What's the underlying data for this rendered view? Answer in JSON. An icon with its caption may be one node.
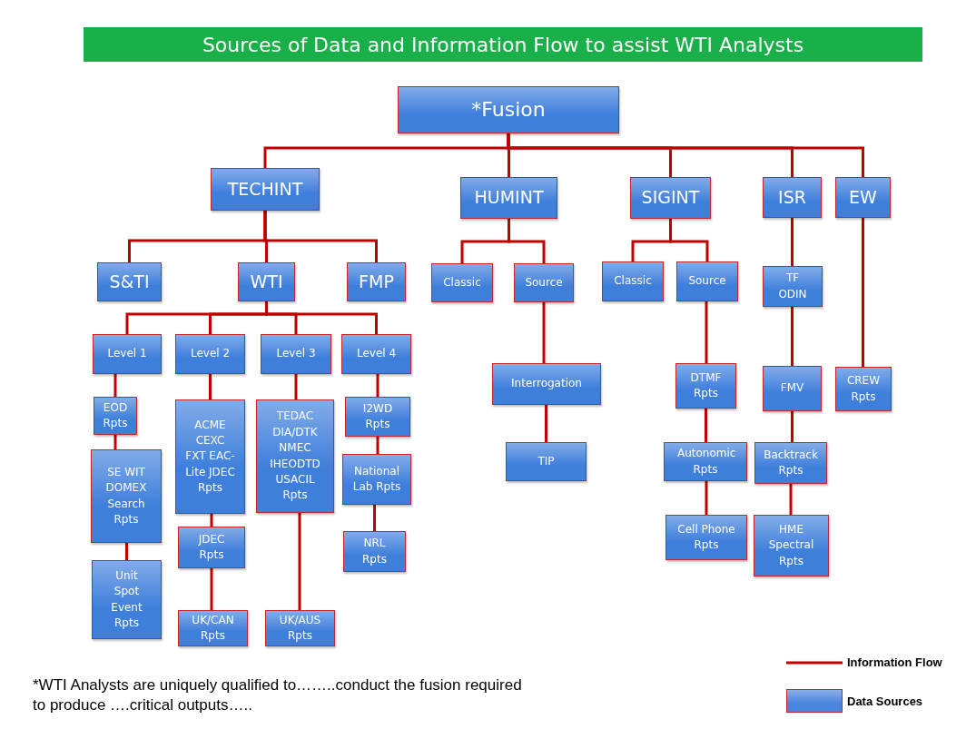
{
  "diagram": {
    "title": "Sources of Data and Information Flow to assist WTI Analysts",
    "caption": "*WTI Analysts are uniquely qualified to……..conduct the fusion required to produce ….critical outputs…..",
    "nodes": [
      {
        "text": [
          "*Fusion"
        ]
      },
      {
        "text": [
          "TECHINT"
        ]
      },
      {
        "text": [
          "HUMINT"
        ]
      },
      {
        "text": [
          "SIGINT"
        ]
      },
      {
        "text": [
          "ISR"
        ]
      },
      {
        "text": [
          "EW"
        ]
      },
      {
        "text": [
          "S&TI"
        ]
      },
      {
        "text": [
          "WTI"
        ]
      },
      {
        "text": [
          "FMP"
        ]
      },
      {
        "text": [
          "Classic"
        ]
      },
      {
        "text": [
          "Source"
        ]
      },
      {
        "text": [
          "Classic"
        ]
      },
      {
        "text": [
          "Source"
        ]
      },
      {
        "text": [
          "TF ODIN"
        ]
      },
      {
        "text": [
          "CREW Rpts"
        ]
      },
      {
        "text": [
          "Level 1"
        ]
      },
      {
        "text": [
          "Level 2"
        ]
      },
      {
        "text": [
          "Level 3"
        ]
      },
      {
        "text": [
          "Level 4"
        ]
      },
      {
        "text": [
          "EOD Rpts"
        ]
      },
      {
        "text": [
          "SE WIT DOMEX Search Rpts"
        ]
      },
      {
        "text": [
          "Unit Spot Event Rpts"
        ]
      },
      {
        "text": [
          "ACME CEXC FXT EAC-Lite JDEC Rpts"
        ]
      },
      {
        "text": [
          "JDEC Rpts"
        ]
      },
      {
        "text": [
          "UK/CAN Rpts"
        ]
      },
      {
        "text": [
          "TEDAC DIA/DTK NMEC IHEODTD USACIL Rpts"
        ]
      },
      {
        "text": [
          "UK/AUS Rpts"
        ]
      },
      {
        "text": [
          "I2WD Rpts"
        ]
      },
      {
        "text": [
          "National Lab Rpts"
        ]
      },
      {
        "text": [
          "NRL Rpts"
        ]
      },
      {
        "text": [
          "Interrogation"
        ]
      },
      {
        "text": [
          "TIP"
        ]
      },
      {
        "text": [
          "DTMF Rpts"
        ]
      },
      {
        "text": [
          "Autonomic Rpts"
        ]
      },
      {
        "text": [
          "Cell Phone Rpts"
        ]
      },
      {
        "text": [
          "FMV"
        ]
      },
      {
        "text": [
          "Backtrack Rpts"
        ]
      },
      {
        "text": [
          "HME Spectral Rpts"
        ]
      }
    ],
    "edges": [
      {
        "from": 0,
        "to": 1,
        "arrow": "none"
      },
      {
        "from": 0,
        "to": 2,
        "arrow": "none"
      },
      {
        "from": 0,
        "to": 3,
        "arrow": "none"
      },
      {
        "from": 0,
        "to": 4,
        "arrow": "none"
      },
      {
        "from": 0,
        "to": 5,
        "arrow": "none"
      },
      {
        "from": 1,
        "to": 6,
        "arrow": "none"
      },
      {
        "from": 1,
        "to": 7,
        "arrow": "none"
      },
      {
        "from": 1,
        "to": 8,
        "arrow": "none"
      },
      {
        "from": 2,
        "to": 9,
        "arrow": "none"
      },
      {
        "from": 2,
        "to": 10,
        "arrow": "none"
      },
      {
        "from": 3,
        "to": 11,
        "arrow": "none"
      },
      {
        "from": 3,
        "to": 12,
        "arrow": "none"
      },
      {
        "from": 4,
        "to": 13,
        "arrow": "none"
      },
      {
        "from": 5,
        "to": 14,
        "arrow": "none"
      },
      {
        "from": 7,
        "to": 15,
        "arrow": "none"
      },
      {
        "from": 7,
        "to": 16,
        "arrow": "none"
      },
      {
        "from": 7,
        "to": 17,
        "arrow": "none"
      },
      {
        "from": 7,
        "to": 18,
        "arrow": "none"
      },
      {
        "from": 15,
        "to": 19,
        "arrow": "none"
      },
      {
        "from": 19,
        "to": 20,
        "arrow": "none"
      },
      {
        "from": 20,
        "to": 21,
        "arrow": "none"
      },
      {
        "from": 16,
        "to": 22,
        "arrow": "none"
      },
      {
        "from": 22,
        "to": 23,
        "arrow": "none"
      },
      {
        "from": 23,
        "to": 24,
        "arrow": "none"
      },
      {
        "from": 17,
        "to": 25,
        "arrow": "none"
      },
      {
        "from": 25,
        "to": 26,
        "arrow": "none"
      },
      {
        "from": 18,
        "to": 27,
        "arrow": "none"
      },
      {
        "from": 27,
        "to": 28,
        "arrow": "none"
      },
      {
        "from": 28,
        "to": 29,
        "arrow": "none"
      },
      {
        "from": 10,
        "to": 30,
        "arrow": "none"
      },
      {
        "from": 30,
        "to": 31,
        "arrow": "none"
      },
      {
        "from": 12,
        "to": 32,
        "arrow": "none"
      },
      {
        "from": 32,
        "to": 33,
        "arrow": "none"
      },
      {
        "from": 33,
        "to": 34,
        "arrow": "none"
      },
      {
        "from": 13,
        "to": 35,
        "arrow": "none"
      },
      {
        "from": 35,
        "to": 36,
        "arrow": "none"
      },
      {
        "from": 36,
        "to": 37,
        "arrow": "none"
      }
    ],
    "legend": [
      {
        "text": "Information Flow"
      },
      {
        "text": "Data Sources",
        "color": "#4a86df"
      }
    ]
  }
}
